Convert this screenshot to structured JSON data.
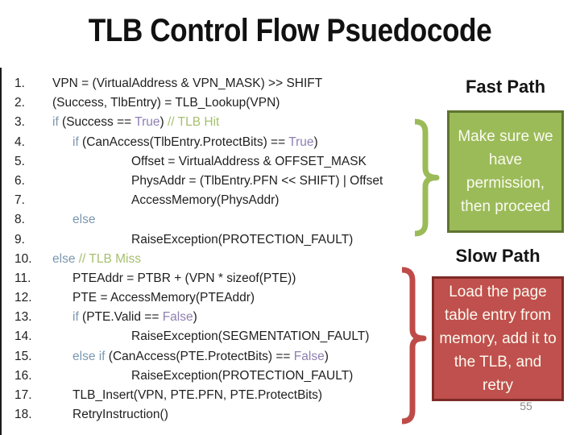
{
  "slide": {
    "title": "TLB Control Flow Psuedocode",
    "page_number": "55"
  },
  "colors": {
    "code_text": "#1f1f1f",
    "keyword": "#7b97ae",
    "literal": "#8f7fb2",
    "comment": "#a6c06f",
    "green_box_fill": "#9bbb59",
    "green_box_border": "#5e7430",
    "red_box_fill": "#c0504d",
    "red_box_border": "#7e2b27",
    "box_text": "#fafaf0",
    "brace_green": "#9bbb59",
    "brace_red": "#be4b48",
    "page_number_gray": "#8c8c8c"
  },
  "fast_path": {
    "label": "Fast Path",
    "box_text": "Make sure we have permission, then proceed"
  },
  "slow_path": {
    "label": "Slow Path",
    "box_text": "Load the page table entry from memory, add it to the TLB, and retry"
  },
  "code": {
    "lines": [
      {
        "num": "1.",
        "indent": 0,
        "tokens": [
          {
            "t": "VPN = (VirtualAddress & VPN_MASK) >> SHIFT",
            "c": "code"
          }
        ]
      },
      {
        "num": "2.",
        "indent": 0,
        "tokens": [
          {
            "t": "(Success, TlbEntry) = TLB_Lookup(VPN)",
            "c": "code"
          }
        ]
      },
      {
        "num": "3.",
        "indent": 0,
        "tokens": [
          {
            "t": "if",
            "c": "kw"
          },
          {
            "t": " (Success == ",
            "c": "code"
          },
          {
            "t": "True",
            "c": "lit"
          },
          {
            "t": ") ",
            "c": "code"
          },
          {
            "t": "// TLB Hit",
            "c": "com"
          }
        ]
      },
      {
        "num": "4.",
        "indent": 1,
        "tokens": [
          {
            "t": "if",
            "c": "kw"
          },
          {
            "t": " (CanAccess(TlbEntry.ProtectBits) == ",
            "c": "code"
          },
          {
            "t": "True",
            "c": "lit"
          },
          {
            "t": ")",
            "c": "code"
          }
        ]
      },
      {
        "num": "5.",
        "indent": 2,
        "tokens": [
          {
            "t": "Offset = VirtualAddress & OFFSET_MASK",
            "c": "code"
          }
        ]
      },
      {
        "num": "6.",
        "indent": 2,
        "tokens": [
          {
            "t": "PhysAddr = (TlbEntry.PFN << SHIFT) | Offset",
            "c": "code"
          }
        ]
      },
      {
        "num": "7.",
        "indent": 2,
        "tokens": [
          {
            "t": "AccessMemory(PhysAddr)",
            "c": "code"
          }
        ]
      },
      {
        "num": "8.",
        "indent": 1,
        "tokens": [
          {
            "t": "else",
            "c": "kw"
          }
        ]
      },
      {
        "num": "9.",
        "indent": 2,
        "tokens": [
          {
            "t": "RaiseException(PROTECTION_FAULT)",
            "c": "code"
          }
        ]
      },
      {
        "num": "10.",
        "indent": 0,
        "tokens": [
          {
            "t": "else",
            "c": "kw"
          },
          {
            "t": " ",
            "c": "code"
          },
          {
            "t": "// TLB Miss",
            "c": "com"
          }
        ]
      },
      {
        "num": "11.",
        "indent": 1,
        "tokens": [
          {
            "t": "PTEAddr = PTBR + (VPN * sizeof(PTE))",
            "c": "code"
          }
        ]
      },
      {
        "num": "12.",
        "indent": 1,
        "tokens": [
          {
            "t": "PTE = AccessMemory(PTEAddr)",
            "c": "code"
          }
        ]
      },
      {
        "num": "13.",
        "indent": 1,
        "tokens": [
          {
            "t": "if",
            "c": "kw"
          },
          {
            "t": " (PTE.Valid == ",
            "c": "code"
          },
          {
            "t": "False",
            "c": "lit"
          },
          {
            "t": ")",
            "c": "code"
          }
        ]
      },
      {
        "num": "14.",
        "indent": 2,
        "tokens": [
          {
            "t": "RaiseException(SEGMENTATION_FAULT)",
            "c": "code"
          }
        ]
      },
      {
        "num": "15.",
        "indent": 1,
        "tokens": [
          {
            "t": "else if",
            "c": "kw"
          },
          {
            "t": " (CanAccess(PTE.ProtectBits) == ",
            "c": "code"
          },
          {
            "t": "False",
            "c": "lit"
          },
          {
            "t": ")",
            "c": "code"
          }
        ]
      },
      {
        "num": "16.",
        "indent": 2,
        "tokens": [
          {
            "t": "RaiseException(PROTECTION_FAULT)",
            "c": "code"
          }
        ]
      },
      {
        "num": "17.",
        "indent": 1,
        "tokens": [
          {
            "t": "TLB_Insert(VPN, PTE.PFN, PTE.ProtectBits)",
            "c": "code"
          }
        ]
      },
      {
        "num": "18.",
        "indent": 1,
        "tokens": [
          {
            "t": "RetryInstruction()",
            "c": "code"
          }
        ]
      }
    ]
  }
}
